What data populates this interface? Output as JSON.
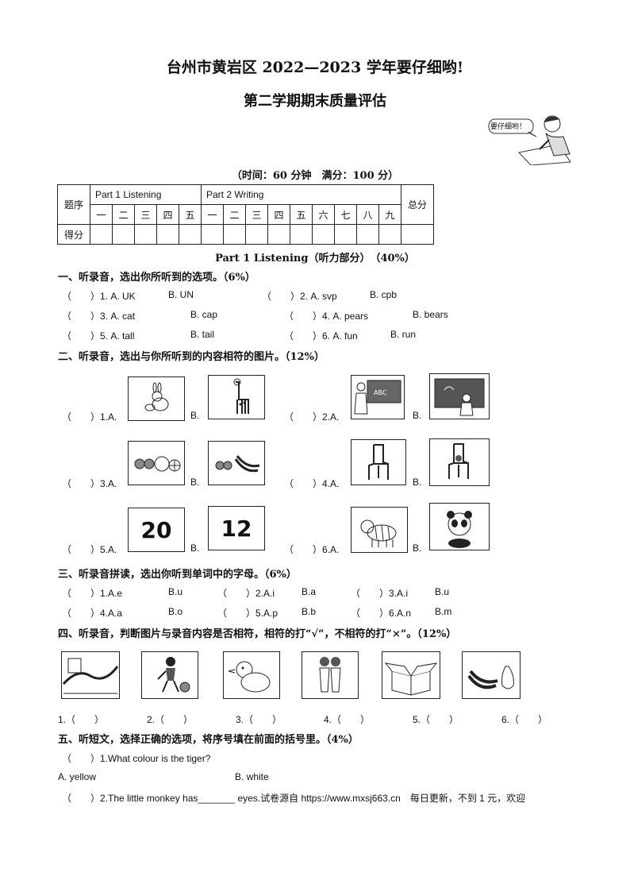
{
  "header": {
    "title": "台州市黄岩区 2022—2023 学年要仔细哟!",
    "subtitle": "第二学期期末质量评估",
    "badge_text": "要仔细哟！",
    "time_info": "（时间：60 分钟　满分：100 分）"
  },
  "score_table": {
    "row_label_question": "题序",
    "part1_label": "Part 1 Listening",
    "part2_label": "Part 2 Writing",
    "total_label": "总分",
    "part1_cols": [
      "一",
      "二",
      "三",
      "四",
      "五"
    ],
    "part2_cols": [
      "一",
      "二",
      "三",
      "四",
      "五",
      "六",
      "七",
      "八",
      "九"
    ],
    "row_label_score": "得分"
  },
  "part1_heading": "Part 1 Listening（听力部分）　（40%）",
  "section1": {
    "title": "一、听录音，选出你所听到的选项。（6%）",
    "items": [
      {
        "num": "（　　）1. A. UK",
        "b": "B. UN"
      },
      {
        "num": "（　　）2. A. svp",
        "b": "B. cpb"
      },
      {
        "num": "（　　）3. A. cat",
        "b": "B. cap"
      },
      {
        "num": "（　　）4. A. pears",
        "b": "B. bears"
      },
      {
        "num": "（　　）5. A. tall",
        "b": "B. tail"
      },
      {
        "num": "（　　）6. A. fun",
        "b": "B. run"
      }
    ]
  },
  "section2": {
    "title": "二、听录音，选出与你所听到的内容相符的图片。（12%）",
    "items": [
      {
        "num": "（　　）1.A.",
        "b": "B."
      },
      {
        "num": "（　　）2.A.",
        "b": "B."
      },
      {
        "num": "（　　）3.A.",
        "b": "B."
      },
      {
        "num": "（　　）4.A.",
        "b": "B."
      },
      {
        "num": "（　　）5.A.",
        "b": "B."
      },
      {
        "num": "（　　）6.A.",
        "b": "B."
      }
    ],
    "board_text": "ABC",
    "num_a": "20",
    "num_b": "12"
  },
  "section3": {
    "title": "三、听录音拼读，选出你听到单词中的字母。（6%）",
    "items": [
      {
        "num": "（　　）1.A.e",
        "b": "B.u"
      },
      {
        "num": "（　　）2.A.i",
        "b": "B.a"
      },
      {
        "num": "（　　）3.A.i",
        "b": "B.u"
      },
      {
        "num": "（　　）4.A.a",
        "b": "B.o"
      },
      {
        "num": "（　　）5.A.p",
        "b": "B.b"
      },
      {
        "num": "（　　）6.A.n",
        "b": "B.m"
      }
    ]
  },
  "section4": {
    "title": "四、听录音，判断图片与录音内容是否相符，相符的打“√”，不相符的打“×”。（12%）",
    "answers": [
      "1.（　　）",
      "2.（　　）",
      "3.（　　）",
      "4.（　　）",
      "5.（　　）",
      "6.（　　）"
    ]
  },
  "section5": {
    "title": "五、听短文，选择正确的选项，将序号填在前面的括号里。（4%）",
    "q1": "（　　）1.What colour is the tiger?",
    "q1_a": "A. yellow",
    "q1_b": "B. white",
    "q2": "（　　）2.The little monkey has_______ eyes.试卷源自 https://www.mxsj663.cn　每日更新，不到 1 元，欢迎"
  }
}
